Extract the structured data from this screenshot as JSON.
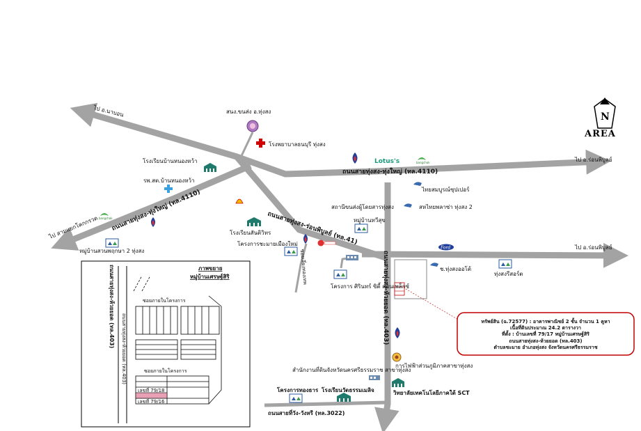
{
  "compass": {
    "letter": "N",
    "word": "AREA"
  },
  "destinations": {
    "to_na_bon": "ไป อ.นาบอน",
    "to_ron_phibun_top": "ไป อ.ร่อนพิบูลย์",
    "to_ron_phibun_mid": "ไป อ.ร่อนพิบูลย์",
    "to_khok_kruat": "ไป สามแยกโคกกรวด"
  },
  "roads": {
    "r4110_east": "ถนนสายทุ่งสง-ทุ่งใหญ่ (ทล.4110)",
    "r4110_west": "ถนนสายทุ่งสง-ทุ่งใหญ่ (ทล.4110)",
    "r41": "ถนนสายทุ่งสง-ร่อนพิบูลย์ (ทล.41)",
    "r403": "ถนนสายทุ่งสง-ห้วยยอด (ทล.403)",
    "r3022": "ถนนสายที่วัง-วังหรี (ทล.3022)",
    "soi_tho": "ซอยเลี่ยงทองเทพ"
  },
  "places": {
    "health_office": "สนง.ขนส่ง อ.ทุ่งสง",
    "hospital": "โรงพยาบาลธนบุรี ทุ่งสง",
    "school_nongwa": "โรงเรียนบ้านหนองหว้า",
    "clinic_nongwa": "รพ.สต.บ้านหนองหว้า",
    "village_suanphrueksa": "หมู่บ้านสวนพฤกษา 2 ทุ่งสง",
    "lotus": "Lotus's",
    "thai_supermarket": "ไทยสมบูรณ์ซุปเปอร์",
    "bus_station": "สถานีขนส่งผู้โดยสารทุ่งสง",
    "sahathai_plaza": "สหไทยพลาซ่า ทุ่งสง 2",
    "school_santivit": "โรงเรียนสันติวิทร",
    "project_muangmai": "โครงการชะมายเมืองใหม่",
    "village_thawee": "หมู่บ้านทวีสุข",
    "project_sirin": "โครงการ ศิรินทร์ ซิตี้ คอนเพล็กซ์",
    "ford": "Ford",
    "thungsong_auto": "ช.ทุ่งสงออโต้",
    "thungsong_agri": "ทุ่งสงรีสอร์ต",
    "land_office": "สำนักงานที่ดินจังหวัดนครศรีธรรมราช สาขาทุ่งสง",
    "pea_office": "การไฟฟ้าส่วนภูมิภาคสาขาทุ่งสง",
    "project_thongthan": "โครงการทองธาร",
    "school_watthamma": "โรงเรียนวัดธรรมเมลิจ",
    "tech_college": "วิทยาลัยเทคโนโลยีภาคใต้ SCT"
  },
  "inset": {
    "title_line1": "ภาพขยาย",
    "title_line2": "หมู่บ้านเศรษฐ์สิริ",
    "road_vertical": "ถนนสายทุ่งสง-ห้วยยอด (ทล.403)",
    "road_vertical_2": "ถนนสายทุ่งสง-ห้วยยอด (ทล.403)",
    "soi_top": "ซอยภายในโครงการ",
    "soi_bottom": "ซอยภายในโครงการ",
    "house_1": "เลขที่ 79/18",
    "house_2": "เลขที่ 79/16"
  },
  "infobox": {
    "line1": "ทรัพย์สิน (ฉ.72577) : อาคารพาณิชย์ 2 ชั้น จำนวน 1 คูหา",
    "line2": "เนื้อที่ดินประมาณ 24.2 ตารางวา",
    "line3": "ที่ตั้ง : บ้านเลขที่ 79/17 หมู่บ้านเศรษฐ์สิริ",
    "line4": "ถนนสายทุ่งสง-ห้วยยอด (ทล.403)",
    "line5": "ตำบลชะมาย อำเภอทุ่งสง จังหวัดนครศรีธรรมราช"
  },
  "colors": {
    "road": "#a3a3a3",
    "highlight": "#e8a0b4",
    "infobox_border": "#c00000",
    "ptt_blue": "#1f3f9a",
    "shell": "#f5b800",
    "bangchak": "#4caf50",
    "lotus": "#1a9a7a"
  }
}
